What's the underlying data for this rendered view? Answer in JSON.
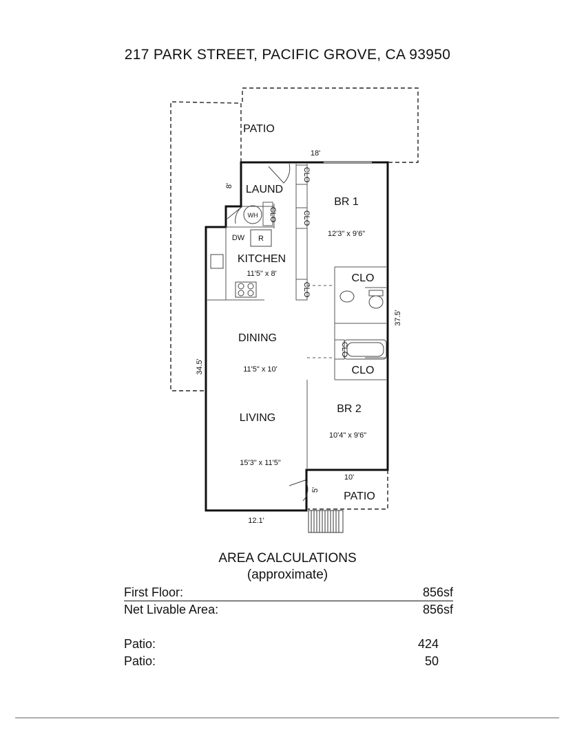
{
  "header": {
    "address": "217 PARK STREET, PACIFIC GROVE, CA  93950"
  },
  "plan": {
    "rooms": {
      "patio_top": "PATIO",
      "laund": "LAUND",
      "br1": "BR 1",
      "br1_size": "12'3\" x 9'6\"",
      "kitchen": "KITCHEN",
      "kitchen_size": "11'5\" x 8'",
      "dw": "DW",
      "r": "R",
      "wh": "WH",
      "clo": "CLO",
      "dining": "DINING",
      "dining_size": "11'5\" x 10'",
      "living": "LIVING",
      "living_size": "15'3\" x 11'5\"",
      "br2": "BR 2",
      "br2_size": "10'4\" x 9'6\"",
      "patio_bottom": "PATIO"
    },
    "dimensions": {
      "top_width": "18'",
      "laund_height": "8'",
      "right_height": "37.5'",
      "left_height": "34.5'",
      "patio_width": "10'",
      "patio_depth": "5'",
      "bottom_width": "12.1'"
    }
  },
  "area": {
    "title": "AREA CALCULATIONS",
    "subtitle": "(approximate)",
    "rows": [
      {
        "label": "First  Floor:",
        "value": "856sf"
      },
      {
        "label": "Net Livable Area:",
        "value": "856sf"
      },
      {
        "label": "Patio:",
        "value": "424"
      },
      {
        "label": "Patio:",
        "value": "50"
      }
    ]
  }
}
